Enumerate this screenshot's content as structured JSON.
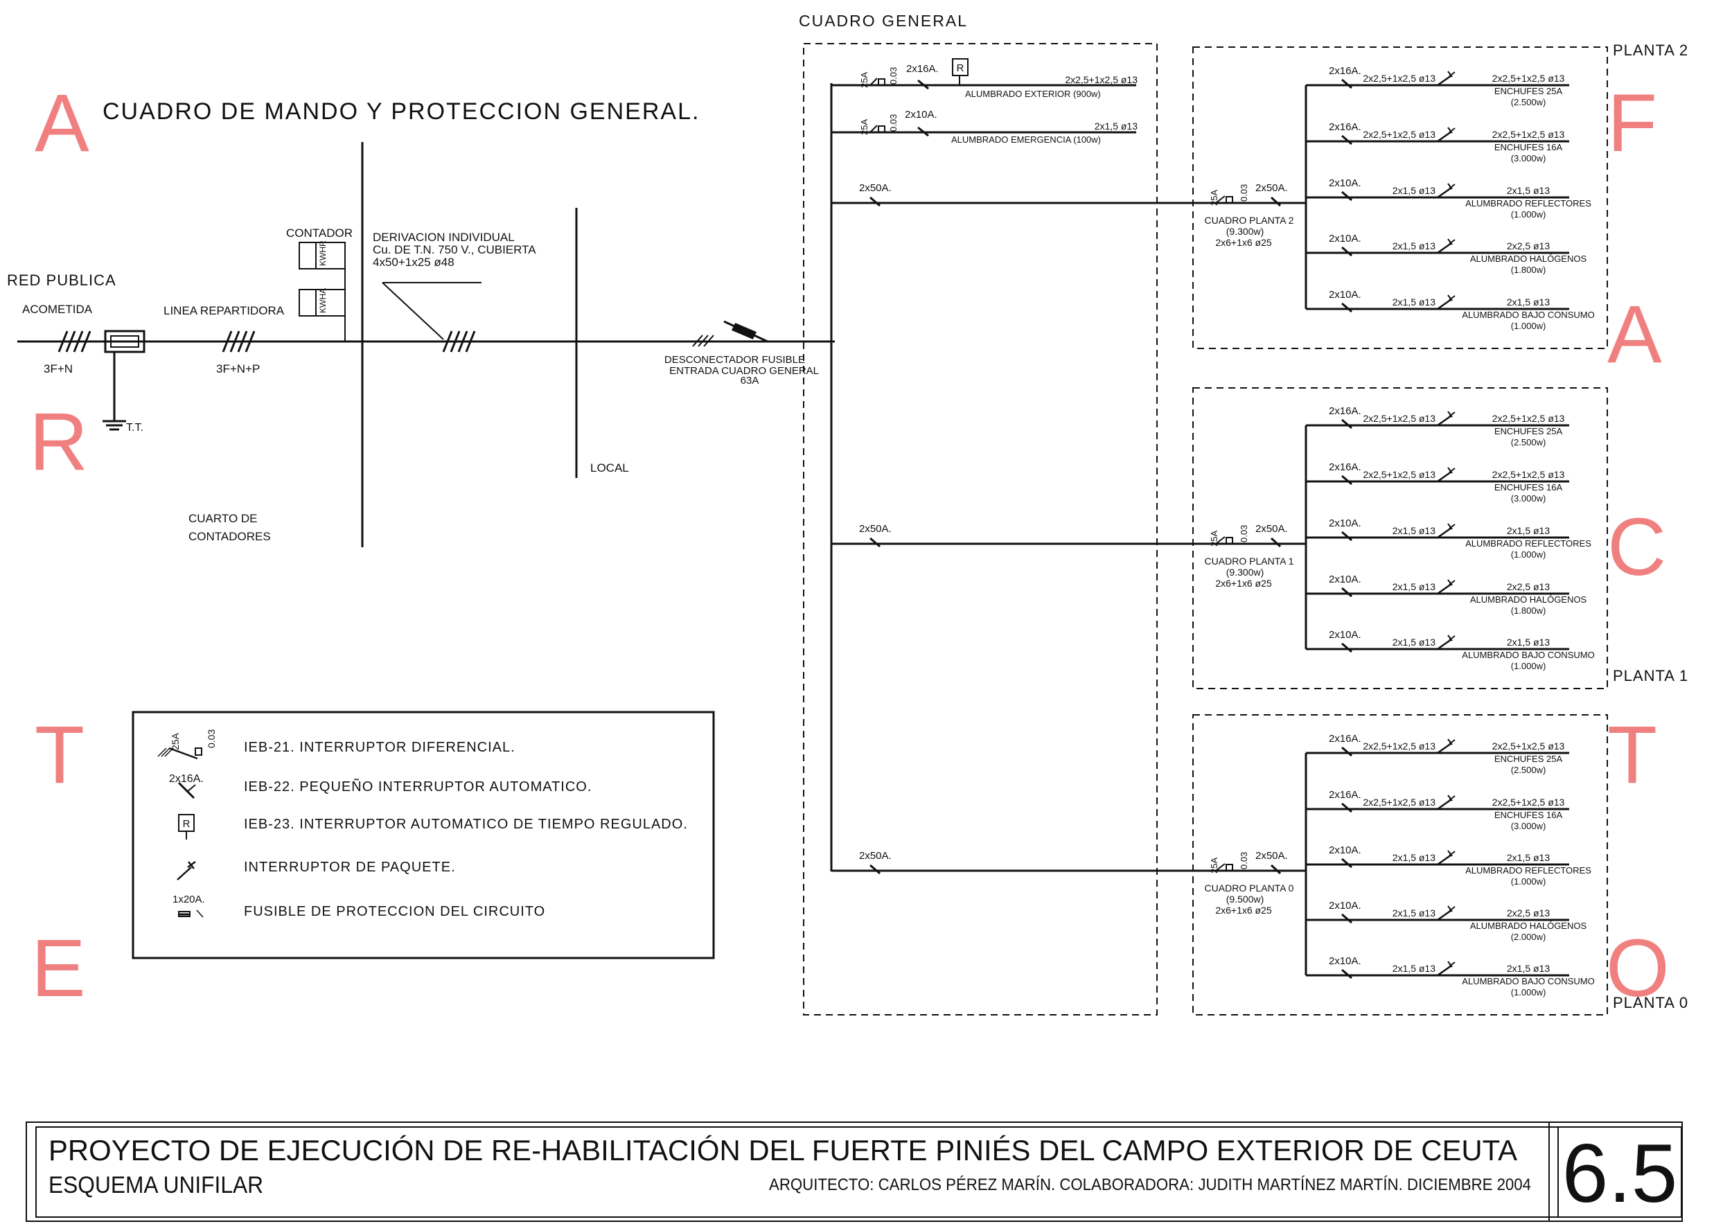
{
  "page": {
    "main_title": "CUADRO DE MANDO Y PROTECCION GENERAL.",
    "cuadro_general": "CUADRO GENERAL"
  },
  "watermark": {
    "left": [
      "A",
      "R",
      "T",
      "E"
    ],
    "right": [
      "F",
      "A",
      "C",
      "T",
      "O"
    ],
    "color": "#f08080"
  },
  "supply": {
    "red_publica": "RED PUBLICA",
    "acometida": "ACOMETIDA",
    "acometida_cond": "3F+N",
    "tt": "T.T.",
    "contador": "CONTADOR",
    "kwhr": "KWHR",
    "kwha": "KWHA",
    "linea_repartidora": "LINEA REPARTIDORA",
    "lr_cond": "3F+N+P",
    "cuarto_1": "CUARTO DE",
    "cuarto_2": "CONTADORES",
    "deriv_1": "DERIVACION INDIVIDUAL",
    "deriv_2": "Cu. DE T.N. 750 V., CUBIERTA",
    "deriv_3": "4x50+1x25 ø48",
    "local": "LOCAL",
    "desc_1": "DESCONECTADOR FUSIBLE",
    "desc_2": "ENTRADA CUADRO GENERAL",
    "desc_3": "63A"
  },
  "general_panel": {
    "dif_rating": "25A",
    "dif_sens": "0.03",
    "ext_breaker": "2x16A.",
    "timer": "R",
    "ext_cable": "2x2,5+1x2,5 ø13",
    "ext_name": "ALUMBRADO EXTERIOR (900w)",
    "em_breaker": "2x10A.",
    "em_cable": "2x1,5 ø13",
    "em_name": "ALUMBRADO EMERGENCIA (100w)",
    "feeder_breaker": "2x50A."
  },
  "floors": [
    {
      "planta": "PLANTA 2",
      "dif_rating": "25A",
      "dif_sens": "0.03",
      "main_breaker": "2x50A.",
      "name": "CUADRO PLANTA 2",
      "power": "(9.300w)",
      "feeder": "2x6+1x6 ø25",
      "circuits": [
        {
          "breaker": "2x16A.",
          "cable1": "2x2,5+1x2,5 ø13",
          "cable2": "2x2,5+1x2,5 ø13",
          "name": "ENCHUFES 25A",
          "power": "(2.500w)"
        },
        {
          "breaker": "2x16A.",
          "cable1": "2x2,5+1x2,5 ø13",
          "cable2": "2x2,5+1x2,5 ø13",
          "name": "ENCHUFES 16A",
          "power": "(3.000w)"
        },
        {
          "breaker": "2x10A.",
          "cable1": "2x1,5 ø13",
          "cable2": "2x1,5 ø13",
          "name": "ALUMBRADO REFLECTORES",
          "power": "(1.000w)"
        },
        {
          "breaker": "2x10A.",
          "cable1": "2x1,5 ø13",
          "cable2": "2x2,5 ø13",
          "name": "ALUMBRADO HALÓGENOS",
          "power": "(1.800w)"
        },
        {
          "breaker": "2x10A.",
          "cable1": "2x1,5 ø13",
          "cable2": "2x1,5 ø13",
          "name": "ALUMBRADO BAJO CONSUMO",
          "power": "(1.000w)"
        }
      ]
    },
    {
      "planta": "PLANTA 1",
      "dif_rating": "25A",
      "dif_sens": "0.03",
      "main_breaker": "2x50A.",
      "name": "CUADRO PLANTA 1",
      "power": "(9.300w)",
      "feeder": "2x6+1x6 ø25",
      "circuits": [
        {
          "breaker": "2x16A.",
          "cable1": "2x2,5+1x2,5 ø13",
          "cable2": "2x2,5+1x2,5 ø13",
          "name": "ENCHUFES 25A",
          "power": "(2.500w)"
        },
        {
          "breaker": "2x16A.",
          "cable1": "2x2,5+1x2,5 ø13",
          "cable2": "2x2,5+1x2,5 ø13",
          "name": "ENCHUFES 16A",
          "power": "(3.000w)"
        },
        {
          "breaker": "2x10A.",
          "cable1": "2x1,5 ø13",
          "cable2": "2x1,5 ø13",
          "name": "ALUMBRADO REFLECTORES",
          "power": "(1.000w)"
        },
        {
          "breaker": "2x10A.",
          "cable1": "2x1,5 ø13",
          "cable2": "2x2,5 ø13",
          "name": "ALUMBRADO HALÓGENOS",
          "power": "(1.800w)"
        },
        {
          "breaker": "2x10A.",
          "cable1": "2x1,5 ø13",
          "cable2": "2x1,5 ø13",
          "name": "ALUMBRADO BAJO CONSUMO",
          "power": "(1.000w)"
        }
      ]
    },
    {
      "planta": "PLANTA 0",
      "dif_rating": "25A",
      "dif_sens": "0.03",
      "main_breaker": "2x50A.",
      "name": "CUADRO PLANTA 0",
      "power": "(9.500w)",
      "feeder": "2x6+1x6 ø25",
      "circuits": [
        {
          "breaker": "2x16A.",
          "cable1": "2x2,5+1x2,5 ø13",
          "cable2": "2x2,5+1x2,5 ø13",
          "name": "ENCHUFES 25A",
          "power": "(2.500w)"
        },
        {
          "breaker": "2x16A.",
          "cable1": "2x2,5+1x2,5 ø13",
          "cable2": "2x2,5+1x2,5 ø13",
          "name": "ENCHUFES 16A",
          "power": "(3.000w)"
        },
        {
          "breaker": "2x10A.",
          "cable1": "2x1,5 ø13",
          "cable2": "2x1,5 ø13",
          "name": "ALUMBRADO REFLECTORES",
          "power": "(1.000w)"
        },
        {
          "breaker": "2x10A.",
          "cable1": "2x1,5 ø13",
          "cable2": "2x2,5 ø13",
          "name": "ALUMBRADO HALÓGENOS",
          "power": "(2.000w)"
        },
        {
          "breaker": "2x10A.",
          "cable1": "2x1,5 ø13",
          "cable2": "2x1,5 ø13",
          "name": "ALUMBRADO BAJO CONSUMO",
          "power": "(1.000w)"
        }
      ]
    }
  ],
  "legend": {
    "sym_25a": "25A",
    "sym_003": "0.03",
    "sym_2x16": "2x16A.",
    "sym_r": "R",
    "sym_1x20": "1x20A.",
    "items": [
      "IEB-21. INTERRUPTOR DIFERENCIAL.",
      "IEB-22. PEQUEÑO INTERRUPTOR AUTOMATICO.",
      "IEB-23. INTERRUPTOR AUTOMATICO DE TIEMPO REGULADO.",
      "INTERRUPTOR  DE PAQUETE.",
      "FUSIBLE DE PROTECCION DEL CIRCUITO"
    ]
  },
  "title_block": {
    "project": "PROYECTO DE EJECUCIÓN DE RE-HABILITACIÓN DEL FUERTE PINIÉS DEL CAMPO EXTERIOR DE CEUTA",
    "subtitle": "ESQUEMA UNIFILAR",
    "credits": "ARQUITECTO: CARLOS PÉREZ MARÍN. COLABORADORA: JUDITH MARTÍNEZ MARTÍN. DICIEMBRE 2004",
    "sheet_number": "6.5"
  }
}
